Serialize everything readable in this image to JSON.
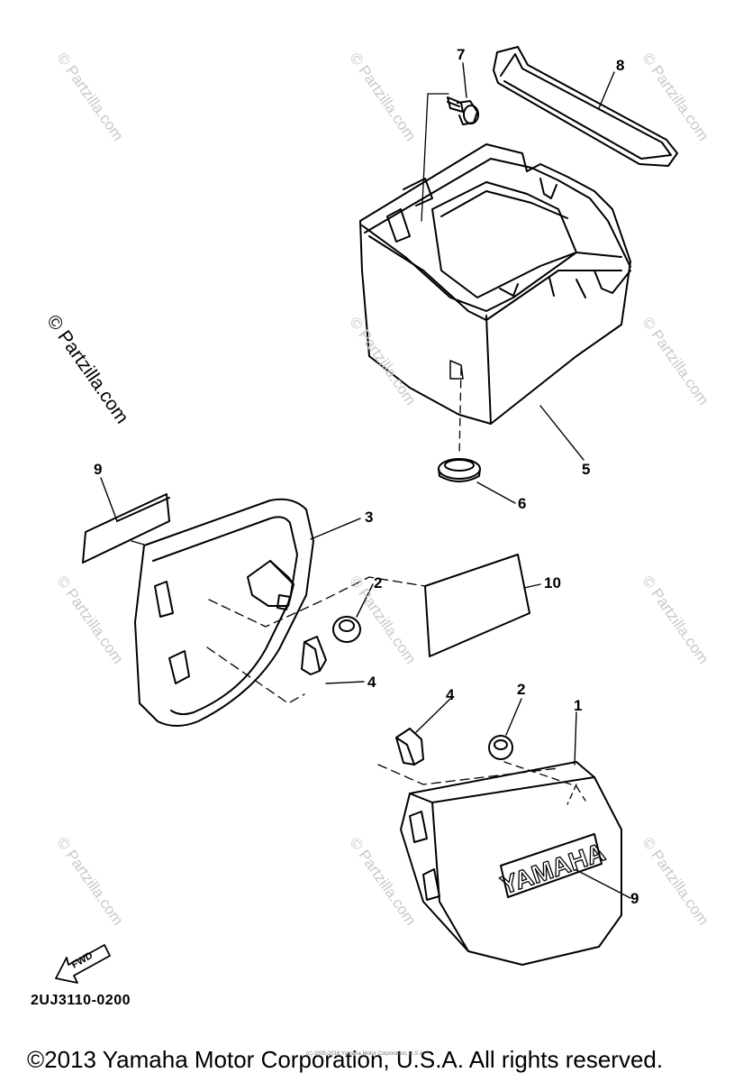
{
  "callouts": {
    "c7": "7",
    "c8": "8",
    "c5": "5",
    "c6": "6",
    "c9a": "9",
    "c3": "3",
    "c2a": "2",
    "c10": "10",
    "c4a": "4",
    "c4b": "4",
    "c2b": "2",
    "c1": "1",
    "c9b": "9"
  },
  "logo_text": "YAMAHA",
  "fwd_label": "FWD",
  "diagram_code": "2UJ3110-0200",
  "watermark": "© Partzilla.com",
  "copyright": "©2013 Yamaha Motor Corporation, U.S.A. All rights reserved.",
  "small_copyright": "(c) 2005-2016 Yamaha Motor Corporation, U.S.A.",
  "colors": {
    "line": "#000000",
    "watermark": "#c9c9c9"
  }
}
